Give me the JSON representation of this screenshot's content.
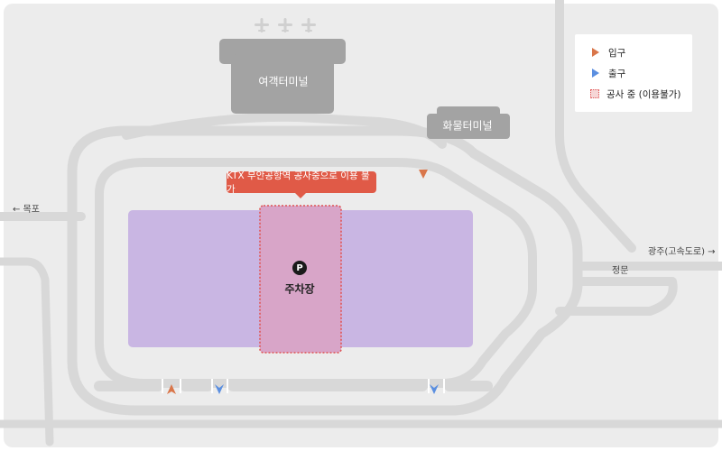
{
  "legend": {
    "entry": "입구",
    "exit": "출구",
    "construction": "공사 중 (이용불가)"
  },
  "buildings": {
    "passenger_terminal": "여객터미널",
    "cargo_terminal": "화물터미널"
  },
  "notice": "KTX 무안공항역 공사중으로 이용 불가",
  "parking": {
    "icon_letter": "P",
    "label": "주차장"
  },
  "directions": {
    "mokpo": "← 목포",
    "gwangju": "광주(고속도로) →",
    "main_gate": "정문"
  },
  "colors": {
    "background": "#ececec",
    "road": "#d8d8d8",
    "building": "#a3a3a3",
    "parking_lot": "#c9b6e3",
    "construction_zone": "#d8a5c8",
    "construction_border": "#e05555",
    "notice_bg": "#e05a47",
    "entry_arrow": "#d9764a",
    "exit_arrow": "#5b8fe0"
  }
}
